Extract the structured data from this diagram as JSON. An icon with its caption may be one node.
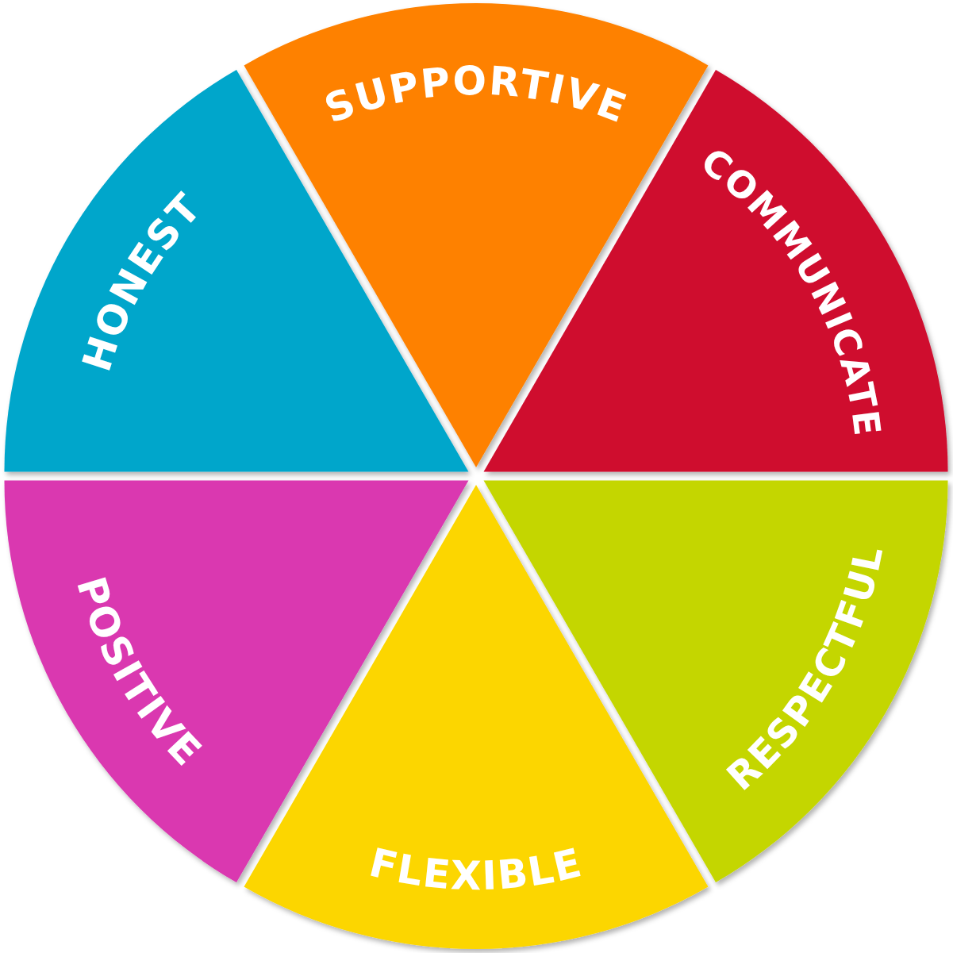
{
  "diagram": {
    "nodes": [
      {
        "text": [
          "SUPPORTIVE"
        ]
      },
      {
        "text": [
          "HONEST"
        ]
      },
      {
        "text": [
          "COMMUNICATE"
        ]
      },
      {
        "text": [
          "POSITIVE"
        ]
      },
      {
        "text": [
          "RESPECTFUL"
        ]
      },
      {
        "text": [
          "FLEXIBLE"
        ]
      }
    ]
  }
}
